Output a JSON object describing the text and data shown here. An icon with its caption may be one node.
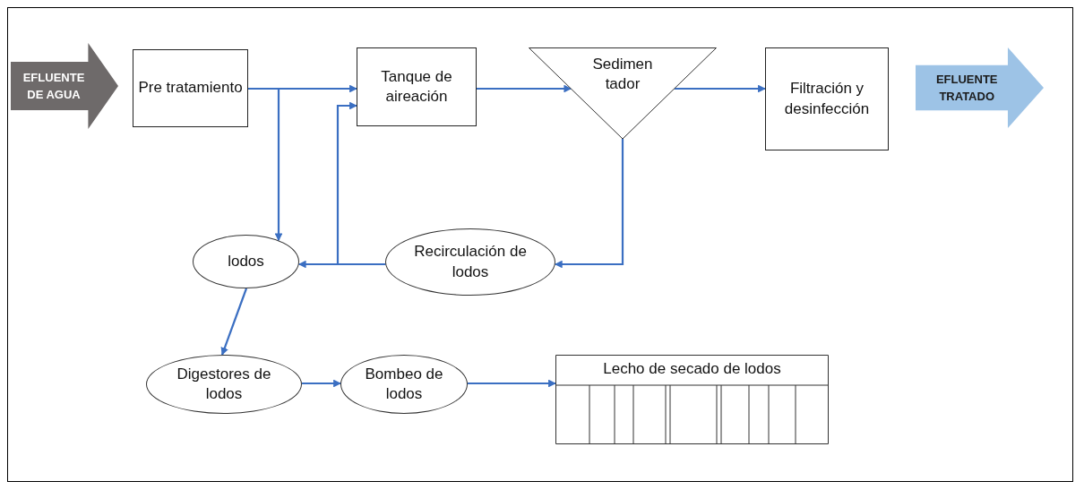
{
  "diagram": {
    "nodes": [
      {
        "text": [
          "EFLUENTE DE AGUA"
        ]
      },
      {
        "text": [
          "Pre tratamiento"
        ]
      },
      {
        "text": [
          "Tanque de aireación"
        ]
      },
      {
        "text": [
          "Sedimen tador"
        ]
      },
      {
        "text": [
          "Filtración y desinfección"
        ]
      },
      {
        "text": [
          "EFLUENTE TRATADO"
        ]
      },
      {
        "text": [
          "lodos"
        ]
      },
      {
        "text": [
          "Recirculación de lodos"
        ]
      },
      {
        "text": [
          "Digestores de lodos"
        ]
      },
      {
        "text": [
          "Bombeo de lodos"
        ]
      },
      {
        "text": [
          "Lecho de secado de lodos"
        ]
      }
    ],
    "edges": [
      {
        "from": 1,
        "to": 2,
        "arrow": "to"
      },
      {
        "from": 1,
        "to": 6,
        "arrow": "to"
      },
      {
        "from": 2,
        "to": 3,
        "arrow": "to"
      },
      {
        "from": 3,
        "to": 4,
        "arrow": "to"
      },
      {
        "from": 3,
        "to": 7,
        "arrow": "to"
      },
      {
        "from": 7,
        "to": 6,
        "arrow": "to"
      },
      {
        "from": 7,
        "to": 2,
        "arrow": "to"
      },
      {
        "from": 6,
        "to": 8,
        "arrow": "to"
      },
      {
        "from": 8,
        "to": 9,
        "arrow": "to"
      },
      {
        "from": 9,
        "to": 10,
        "arrow": "to"
      }
    ]
  }
}
